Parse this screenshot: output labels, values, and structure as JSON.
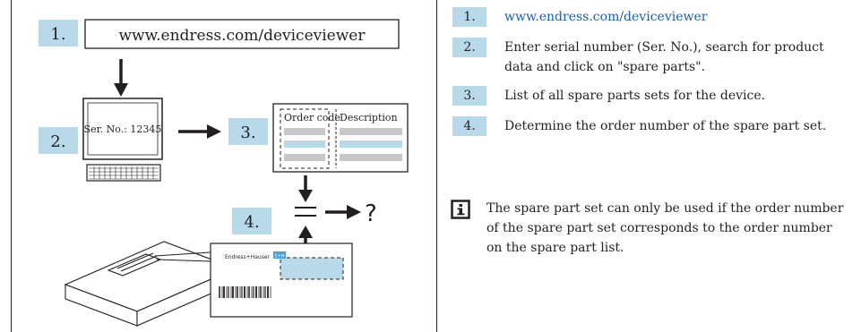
{
  "illustration": {
    "badges": [
      "1.",
      "2.",
      "3.",
      "4."
    ],
    "url_box_text": "www.endress.com/deviceviewer",
    "screen_text": "Ser. No.: 12345",
    "table_headers": [
      "Order code",
      "Description"
    ],
    "result_symbol": "?",
    "label_brand": "Endress+Hauser",
    "label_logo": "E+H",
    "colors": {
      "badge": "#b8d9ea",
      "highlight": "#b8d9ea",
      "row": "#c7c7c7",
      "stroke": "#231f20"
    }
  },
  "steps": [
    {
      "num": "1.",
      "text": "www.endress.com/deviceviewer",
      "is_link": true
    },
    {
      "num": "2.",
      "text": "Enter serial number (Ser. No.), search for product data and click on \"spare parts\"."
    },
    {
      "num": "3.",
      "text": "List of all spare parts sets for the device."
    },
    {
      "num": "4.",
      "text": "Determine the order number of the spare part set."
    }
  ],
  "note": {
    "icon": "info-icon",
    "text": "The spare part set can only be used if the order number of the spare part set corresponds to the order number on the spare part list."
  }
}
